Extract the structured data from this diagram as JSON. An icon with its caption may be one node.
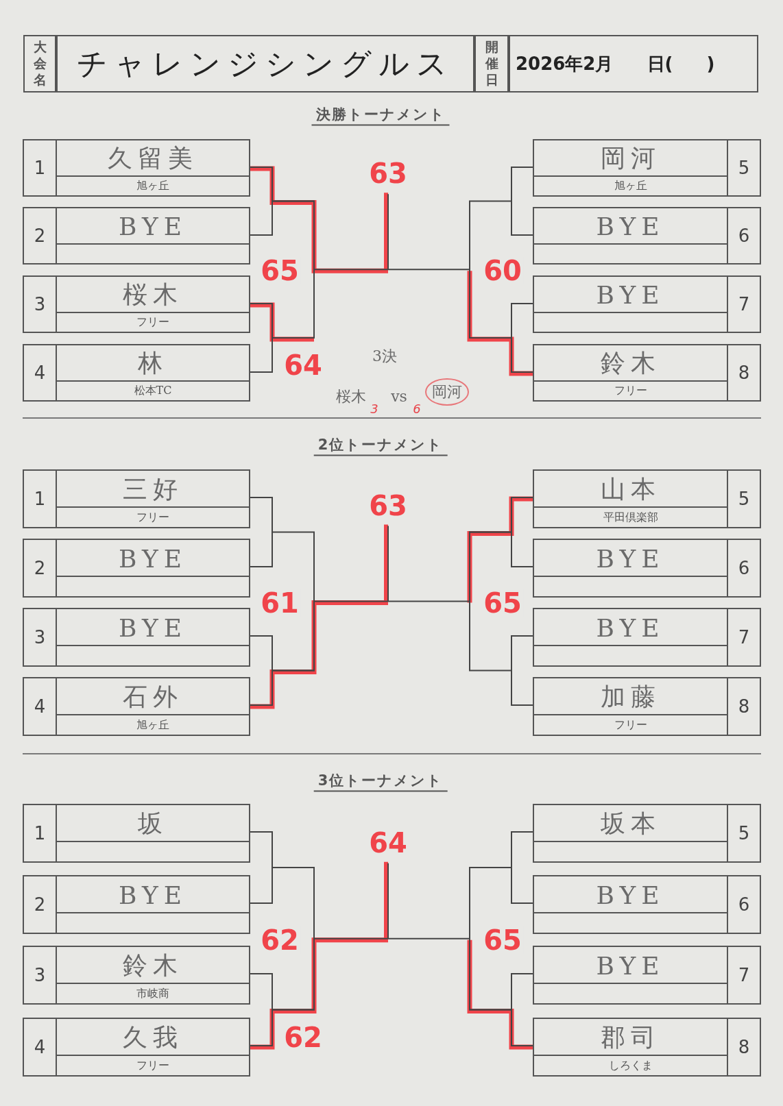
{
  "diagram": {
    "nodes": [
      {
        "text": [
          "大会名"
        ]
      },
      {
        "text": [
          "チャレンジシングルス"
        ]
      },
      {
        "text": [
          "開催日"
        ]
      },
      {
        "text": [
          "2026年2月 日( )"
        ]
      },
      {
        "text": [
          "1",
          "久留美",
          "旭ヶ丘"
        ]
      },
      {
        "text": [
          "2",
          "BYE"
        ]
      },
      {
        "text": [
          "3",
          "桜木",
          "フリー"
        ]
      },
      {
        "text": [
          "4",
          "林",
          "松本TC"
        ]
      },
      {
        "text": [
          "岡河",
          "旭ヶ丘",
          "5"
        ]
      },
      {
        "text": [
          "BYE",
          "6"
        ]
      },
      {
        "text": [
          "BYE",
          "7"
        ]
      },
      {
        "text": [
          "鈴木",
          "フリー",
          "8"
        ]
      },
      {
        "text": [
          "1",
          "三好",
          "フリー"
        ]
      },
      {
        "text": [
          "2",
          "BYE"
        ]
      },
      {
        "text": [
          "3",
          "BYE"
        ]
      },
      {
        "text": [
          "4",
          "石外",
          "旭ヶ丘"
        ]
      },
      {
        "text": [
          "山本",
          "平田倶楽部",
          "5"
        ]
      },
      {
        "text": [
          "BYE",
          "6"
        ]
      },
      {
        "text": [
          "BYE",
          "7"
        ]
      },
      {
        "text": [
          "加藤",
          "フリー",
          "8"
        ]
      },
      {
        "text": [
          "1",
          "坂"
        ]
      },
      {
        "text": [
          "2",
          "BYE"
        ]
      },
      {
        "text": [
          "3",
          "鈴木",
          "市岐商"
        ]
      },
      {
        "text": [
          "4",
          "久我",
          "フリー"
        ]
      },
      {
        "text": [
          "坂本",
          "5"
        ]
      },
      {
        "text": [
          "BYE",
          "6"
        ]
      },
      {
        "text": [
          "BYE",
          "7"
        ]
      },
      {
        "text": [
          "郡司",
          "しろくま",
          "8"
        ]
      }
    ],
    "edges": [
      {
        "from": 4,
        "to": 5,
        "arrow": "none"
      },
      {
        "from": 6,
        "to": 7,
        "arrow": "none",
        "label": "64"
      },
      {
        "from": 8,
        "to": 9,
        "arrow": "none"
      },
      {
        "from": 10,
        "to": 11,
        "arrow": "none"
      },
      {
        "from": 4,
        "to": 6,
        "arrow": "none",
        "label": "65"
      },
      {
        "from": 8,
        "to": 11,
        "arrow": "none",
        "label": "60"
      },
      {
        "from": 4,
        "to": 11,
        "arrow": "none",
        "label": "63"
      },
      {
        "from": 12,
        "to": 13,
        "arrow": "none"
      },
      {
        "from": 14,
        "to": 15,
        "arrow": "none"
      },
      {
        "from": 16,
        "to": 17,
        "arrow": "none"
      },
      {
        "from": 18,
        "to": 19,
        "arrow": "none"
      },
      {
        "from": 12,
        "to": 15,
        "arrow": "none",
        "label": "61"
      },
      {
        "from": 16,
        "to": 19,
        "arrow": "none",
        "label": "65"
      },
      {
        "from": 15,
        "to": 16,
        "arrow": "none",
        "label": "63"
      },
      {
        "from": 20,
        "to": 21,
        "arrow": "none"
      },
      {
        "from": 22,
        "to": 23,
        "arrow": "none",
        "label": "62"
      },
      {
        "from": 24,
        "to": 25,
        "arrow": "none"
      },
      {
        "from": 26,
        "to": 27,
        "arrow": "none"
      },
      {
        "from": 20,
        "to": 23,
        "arrow": "none",
        "label": "62"
      },
      {
        "from": 24,
        "to": 27,
        "arrow": "none",
        "label": "65"
      },
      {
        "from": 23,
        "to": 27,
        "arrow": "none",
        "label": "64"
      }
    ],
    "labels": [
      "決勝トーナメント",
      "3決",
      "桜木",
      "3",
      "vs",
      "6",
      "岡河",
      "2位トーナメント",
      "3位トーナメント"
    ]
  }
}
